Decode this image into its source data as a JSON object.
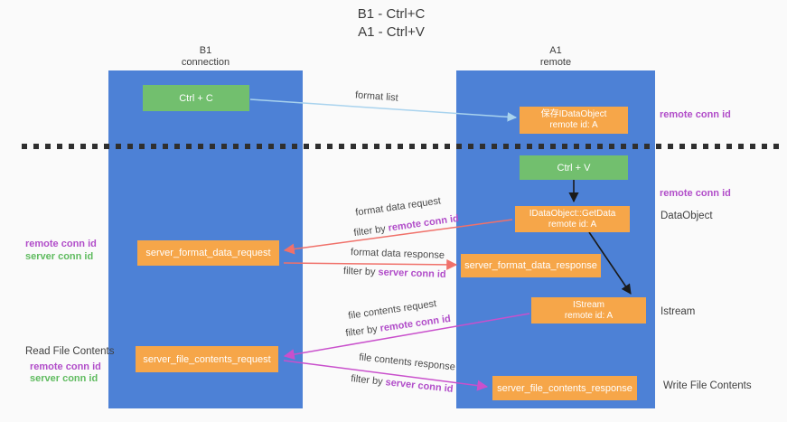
{
  "title": {
    "line1": "B1 - Ctrl+C",
    "line2": "A1 - Ctrl+V"
  },
  "lifelines": {
    "left": {
      "name": "B1",
      "role": "connection"
    },
    "right": {
      "name": "A1",
      "role": "remote"
    }
  },
  "nodes": {
    "ctrl_c": {
      "label": "Ctrl + C"
    },
    "save_dataobject": {
      "line1": "保存IDataObject",
      "line2": "remote id: A"
    },
    "ctrl_v": {
      "label": "Ctrl + V"
    },
    "getdata": {
      "line1": "IDataObject::GetData",
      "line2": "remote id: A"
    },
    "format_request": {
      "label": "server_format_data_request"
    },
    "format_response": {
      "label": "server_format_data_response"
    },
    "istream": {
      "line1": "IStream",
      "line2": "remote id: A"
    },
    "file_request": {
      "label": "server_file_contents_request"
    },
    "file_response": {
      "label": "server_file_contents_response"
    }
  },
  "annotations": {
    "remote_conn_id": "remote conn id",
    "server_conn_id": "server conn id",
    "dataobject": "DataObject",
    "istream": "Istream",
    "read_file": "Read File Contents",
    "write_file": "Write File Contents"
  },
  "arrows": {
    "format_list": {
      "label": "format list"
    },
    "format_request": {
      "label": "format data request",
      "filter_prefix": "filter by",
      "filter_key": "remote conn id"
    },
    "format_response": {
      "label": "format data response",
      "filter_prefix": "filter by",
      "filter_key": "server conn id"
    },
    "file_request": {
      "label": "file contents request",
      "filter_prefix": "filter by",
      "filter_key": "remote conn id"
    },
    "file_response": {
      "label": "file contents response",
      "filter_prefix": "filter by",
      "filter_key": "server conn id"
    }
  },
  "colors": {
    "lifeline_blue": "#4d81d6",
    "box_green": "#72bf6e",
    "box_orange": "#f6a649",
    "conn_id_purple": "#b14dc9",
    "conn_id_green": "#5fbb5f",
    "arrow_salmon": "#f0716a",
    "arrow_magenta": "#c950cc",
    "arrow_lightblue": "#a9d3ee",
    "arrow_black": "#1a1a1a"
  }
}
